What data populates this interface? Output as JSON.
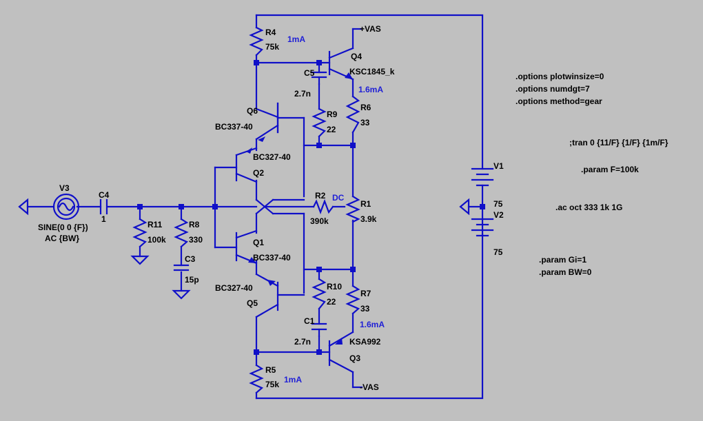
{
  "components": {
    "r4": {
      "name": "R4",
      "value": "75k",
      "current": "1mA"
    },
    "r5": {
      "name": "R5",
      "value": "75k",
      "current": "1mA"
    },
    "r6": {
      "name": "R6",
      "value": "33",
      "current": "1.6mA"
    },
    "r7": {
      "name": "R7",
      "value": "33",
      "current": "1.6mA"
    },
    "r9": {
      "name": "R9",
      "value": "22"
    },
    "r10": {
      "name": "R10",
      "value": "22"
    },
    "r1": {
      "name": "R1",
      "value": "3.9k"
    },
    "r2": {
      "name": "R2",
      "value": "390k"
    },
    "r8": {
      "name": "R8",
      "value": "330"
    },
    "r11": {
      "name": "R11",
      "value": "100k"
    },
    "c1": {
      "name": "C1",
      "value": "2.7n"
    },
    "c5": {
      "name": "C5",
      "value": "2.7n"
    },
    "c3": {
      "name": "C3",
      "value": "15p"
    },
    "c4": {
      "name": "C4",
      "value": "1"
    },
    "q1": {
      "name": "Q1",
      "model": "BC337-40"
    },
    "q2": {
      "name": "Q2",
      "model": "BC327-40"
    },
    "q3": {
      "name": "Q3",
      "model": "KSA992"
    },
    "q4": {
      "name": "Q4",
      "model": "KSC1845_k"
    },
    "q5": {
      "name": "Q5",
      "model": "BC327-40"
    },
    "q6": {
      "name": "Q6",
      "model": "BC337-40"
    },
    "v1": {
      "name": "V1",
      "value": "75"
    },
    "v2": {
      "name": "V2",
      "value": "75"
    },
    "v3": {
      "name": "V3",
      "value1": "SINE(0 0 {F})",
      "value2": "AC {BW}"
    }
  },
  "nets": {
    "pos_rail": "+VAS",
    "neg_rail": "-VAS",
    "dc_label": "DC"
  },
  "directives": {
    "opt1": ".options plotwinsize=0",
    "opt2": ".options numdgt=7",
    "opt3": ".options method=gear",
    "tran": ";tran 0 {11/F} {1/F} {1m/F}",
    "param_f": ".param F=100k",
    "ac": ".ac oct 333 1k 1G",
    "param_gi": ".param Gi=1",
    "param_bw": ".param BW=0"
  }
}
